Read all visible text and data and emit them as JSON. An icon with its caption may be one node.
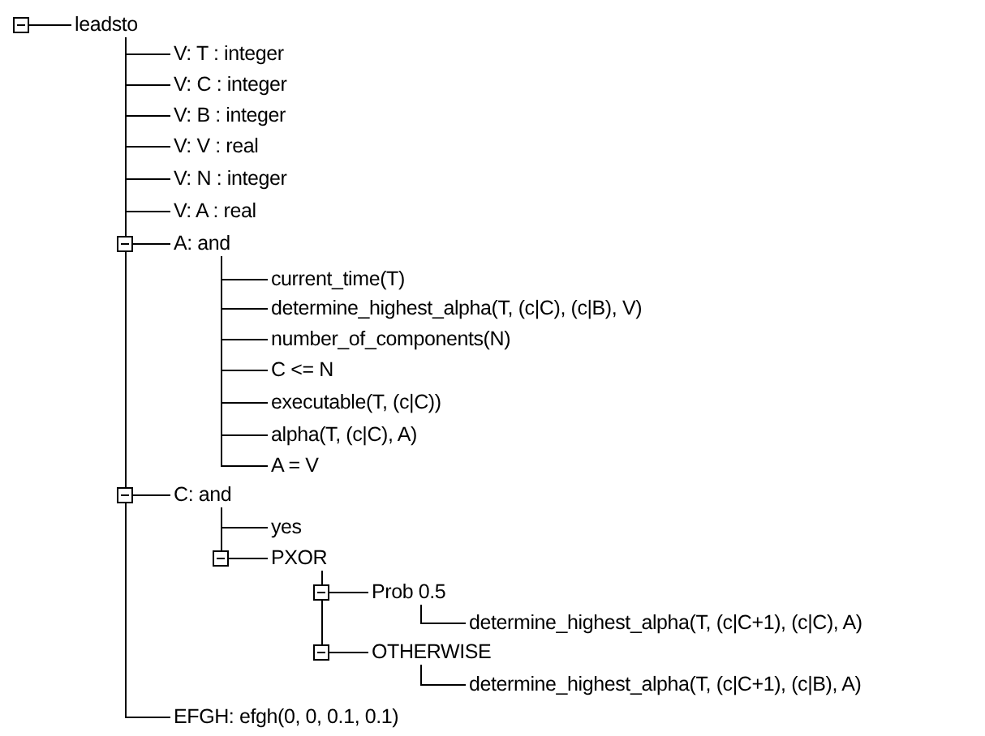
{
  "diagram": {
    "nodes": [
      {
        "text": [
          "leadsto"
        ]
      },
      {
        "text": [
          "V: T : integer"
        ]
      },
      {
        "text": [
          "V: C : integer"
        ]
      },
      {
        "text": [
          "V: B : integer"
        ]
      },
      {
        "text": [
          "V: V : real"
        ]
      },
      {
        "text": [
          "V: N : integer"
        ]
      },
      {
        "text": [
          "V: A : real"
        ]
      },
      {
        "text": [
          "A: and"
        ]
      },
      {
        "text": [
          "current_time(T)"
        ]
      },
      {
        "text": [
          "determine_highest_alpha(T, (c|C), (c|B), V)"
        ]
      },
      {
        "text": [
          "number_of_components(N)"
        ]
      },
      {
        "text": [
          "C <= N"
        ]
      },
      {
        "text": [
          "executable(T, (c|C))"
        ]
      },
      {
        "text": [
          "alpha(T, (c|C), A)"
        ]
      },
      {
        "text": [
          "A = V"
        ]
      },
      {
        "text": [
          "C: and"
        ]
      },
      {
        "text": [
          "yes"
        ]
      },
      {
        "text": [
          "PXOR"
        ]
      },
      {
        "text": [
          "Prob 0.5"
        ]
      },
      {
        "text": [
          "determine_highest_alpha(T, (c|C+1), (c|C), A)"
        ]
      },
      {
        "text": [
          "OTHERWISE"
        ]
      },
      {
        "text": [
          "determine_highest_alpha(T, (c|C+1), (c|B), A)"
        ]
      },
      {
        "text": [
          "EFGH: efgh(0, 0, 0.1, 0.1)"
        ]
      }
    ],
    "edges": [
      {
        "from": 0,
        "to": 1,
        "arrow": "none"
      },
      {
        "from": 0,
        "to": 2,
        "arrow": "none"
      },
      {
        "from": 0,
        "to": 3,
        "arrow": "none"
      },
      {
        "from": 0,
        "to": 4,
        "arrow": "none"
      },
      {
        "from": 0,
        "to": 5,
        "arrow": "none"
      },
      {
        "from": 0,
        "to": 6,
        "arrow": "none"
      },
      {
        "from": 0,
        "to": 7,
        "arrow": "none"
      },
      {
        "from": 7,
        "to": 8,
        "arrow": "none"
      },
      {
        "from": 7,
        "to": 9,
        "arrow": "none"
      },
      {
        "from": 7,
        "to": 10,
        "arrow": "none"
      },
      {
        "from": 7,
        "to": 11,
        "arrow": "none"
      },
      {
        "from": 7,
        "to": 12,
        "arrow": "none"
      },
      {
        "from": 7,
        "to": 13,
        "arrow": "none"
      },
      {
        "from": 7,
        "to": 14,
        "arrow": "none"
      },
      {
        "from": 0,
        "to": 15,
        "arrow": "none"
      },
      {
        "from": 15,
        "to": 16,
        "arrow": "none"
      },
      {
        "from": 15,
        "to": 17,
        "arrow": "none"
      },
      {
        "from": 17,
        "to": 18,
        "arrow": "none"
      },
      {
        "from": 18,
        "to": 19,
        "arrow": "none"
      },
      {
        "from": 17,
        "to": 20,
        "arrow": "none"
      },
      {
        "from": 20,
        "to": 21,
        "arrow": "none"
      },
      {
        "from": 0,
        "to": 22,
        "arrow": "none"
      }
    ]
  }
}
